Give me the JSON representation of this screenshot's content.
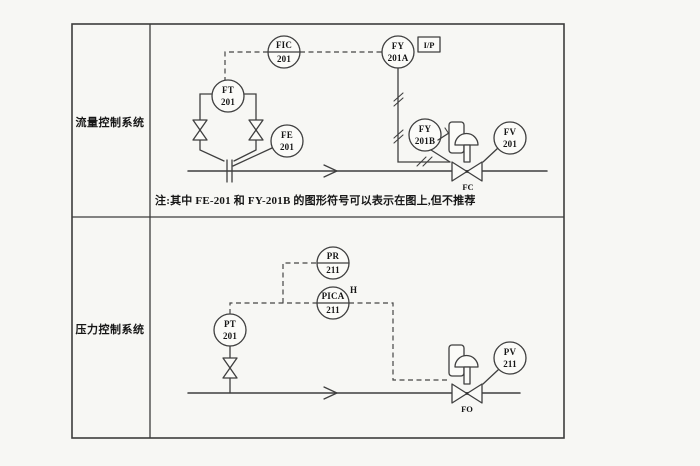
{
  "colors": {
    "background": "#f7f7f4",
    "line": "#3f3f3f",
    "text": "#161616"
  },
  "sections": {
    "flow": {
      "label": "流量控制系统"
    },
    "pressure": {
      "label": "压力控制系统"
    }
  },
  "note": "注:其中 FE-201 和 FY-201B 的图形符号可以表示在图上,但不推荐",
  "flow": {
    "fic": {
      "l1": "FIC",
      "l2": "201"
    },
    "ft": {
      "l1": "FT",
      "l2": "201"
    },
    "fe": {
      "l1": "FE",
      "l2": "201"
    },
    "fya": {
      "l1": "FY",
      "l2": "201A"
    },
    "fyb": {
      "l1": "FY",
      "l2": "201B"
    },
    "fv": {
      "l1": "FV",
      "l2": "201"
    },
    "ip_label": "I/P",
    "valve_action": "FC"
  },
  "pressure": {
    "pr": {
      "l1": "PR",
      "l2": "211"
    },
    "pica": {
      "l1": "PICA",
      "l2": "211"
    },
    "pica_alarm": "H",
    "pt": {
      "l1": "PT",
      "l2": "201"
    },
    "pv": {
      "l1": "PV",
      "l2": "211"
    },
    "valve_action": "FO"
  }
}
